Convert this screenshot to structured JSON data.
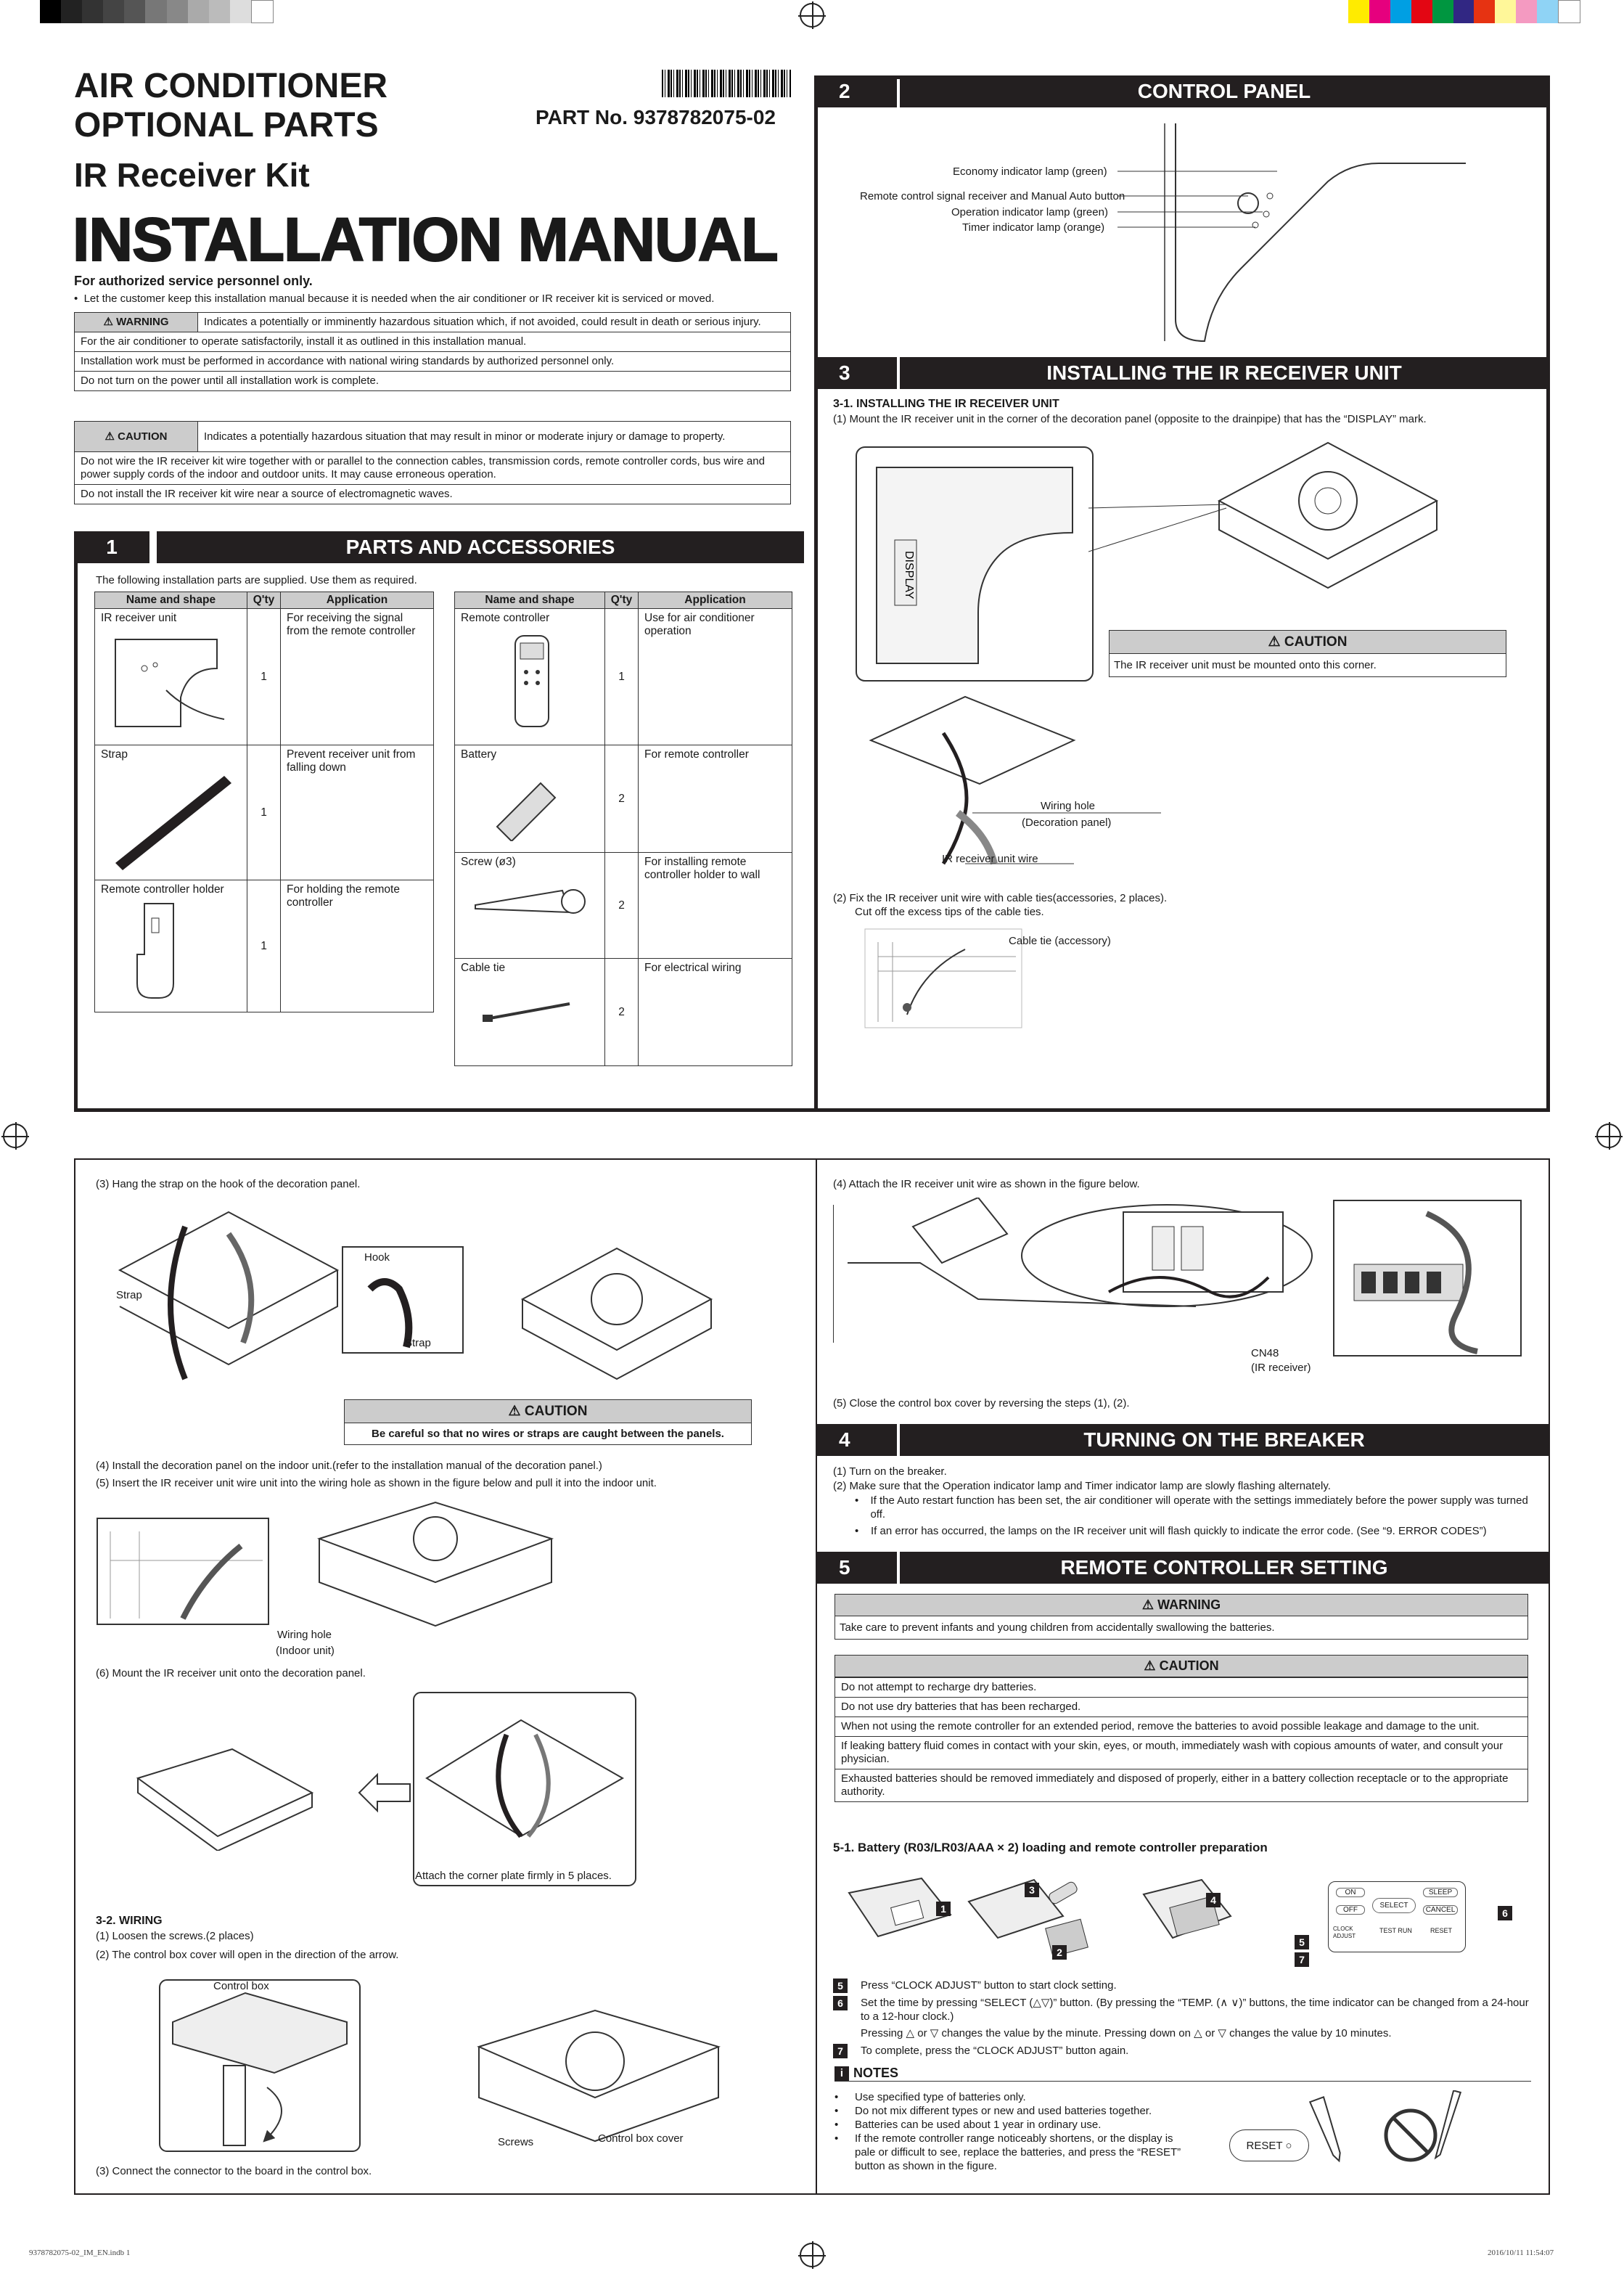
{
  "header": {
    "title_line1": "AIR CONDITIONER",
    "title_line2": "OPTIONAL PARTS",
    "subtitle": "IR Receiver Kit",
    "manual_title": "INSTALLATION MANUAL",
    "part_no": "PART No. 9378782075-02",
    "authorized": "For authorized service personnel only.",
    "keep_note": "Let the customer keep this installation manual because it is needed when the air conditioner or IR receiver kit is serviced or moved."
  },
  "warning_box": {
    "label": "WARNING",
    "desc": "Indicates a potentially or imminently hazardous situation which, if not avoided, could result in death or serious injury.",
    "rows": [
      "For the air conditioner to operate satisfactorily, install it as outlined in this installation manual.",
      "Installation work must be performed in accordance with national wiring standards by authorized personnel only.",
      "Do not turn on the power until all installation work is complete."
    ]
  },
  "caution_box": {
    "label": "CAUTION",
    "desc": "Indicates a potentially hazardous situation that may result in minor or moderate injury or damage to property.",
    "rows": [
      "Do not wire the IR receiver kit wire together with or parallel to the connection cables, transmission cords, remote controller cords, bus wire and power supply cords of the indoor and outdoor units. It may cause erroneous operation.",
      "Do not install the IR receiver kit wire near a source of electromagnetic waves."
    ]
  },
  "section1": {
    "num": "1",
    "title": "PARTS AND ACCESSORIES",
    "intro": "The following installation parts are supplied. Use them as required.",
    "col_name": "Name and shape",
    "col_qty": "Q'ty",
    "col_app": "Application",
    "left": [
      {
        "name": "IR receiver unit",
        "qty": "1",
        "app": "For receiving the signal from the remote controller"
      },
      {
        "name": "Strap",
        "qty": "1",
        "app": "Prevent receiver unit from falling down"
      },
      {
        "name": "Remote controller holder",
        "qty": "1",
        "app": "For holding the remote controller"
      }
    ],
    "right": [
      {
        "name": "Remote controller",
        "qty": "1",
        "app": "Use for air conditioner operation"
      },
      {
        "name": "Battery",
        "qty": "2",
        "app": "For remote controller"
      },
      {
        "name": "Screw (ø3)",
        "qty": "2",
        "app": "For installing remote controller holder to wall"
      },
      {
        "name": "Cable tie",
        "qty": "2",
        "app": "For electrical wiring"
      }
    ]
  },
  "section2": {
    "num": "2",
    "title": "CONTROL PANEL",
    "labels": [
      "Economy indicator lamp (green)",
      "Remote control signal receiver and Manual Auto button",
      "Operation indicator lamp (green)",
      "Timer indicator lamp (orange)"
    ]
  },
  "section3": {
    "num": "3",
    "title": "INSTALLING THE IR RECEIVER UNIT",
    "sub1": "3-1. INSTALLING THE IR RECEIVER UNIT",
    "step1": "(1)  Mount the IR receiver unit in the corner of the decoration panel (opposite to the drainpipe) that has the “DISPLAY” mark.",
    "display_mark": "DISPLAY",
    "caution_label": "CAUTION",
    "caution_text": "The IR receiver unit must be mounted onto this corner.",
    "wiring_hole": "Wiring hole",
    "decoration_panel": "(Decoration panel)",
    "ir_wire": "IR receiver unit wire",
    "step2a": "(2)  Fix the IR receiver unit wire with cable ties(accessories, 2 places).",
    "step2b": "Cut off the excess tips of the cable ties.",
    "cable_tie_acc": "Cable tie (accessory)",
    "step3": "(3)  Hang the strap on the hook of the decoration panel.",
    "hook": "Hook",
    "strap": "Strap",
    "strap2": "Strap",
    "caution2_label": "CAUTION",
    "caution2_text": "Be careful so that no wires or straps are caught between the panels.",
    "step4": "(4) Install the decoration panel on the indoor unit.(refer to the installation manual of the decoration panel.)",
    "step5": "(5)  Insert the IR receiver unit wire unit into the wiring hole as shown in the figure below and pull it into the indoor unit.",
    "wiring_hole2": "Wiring hole",
    "indoor_unit": "(Indoor unit)",
    "step6": "(6) Mount the IR receiver unit onto the decoration panel.",
    "attach_corner": "Attach the corner plate firmly in 5 places.",
    "sub2": "3-2. WIRING",
    "w1": "(1)  Loosen the screws.(2 places)",
    "w2": "(2)  The control box cover will open in the direction of the arrow.",
    "control_box": "Control box",
    "screws": "Screws",
    "control_box_cover": "Control box cover",
    "w3": "(3)  Connect the connector to the board in the control box.",
    "w4": "(4)  Attach the IR receiver unit wire as shown in the figure below.",
    "cn48": "CN48",
    "cn48b": "(IR receiver)",
    "w5": "(5)  Close the control box cover by reversing the steps (1), (2)."
  },
  "section4": {
    "num": "4",
    "title": "TURNING ON THE BREAKER",
    "s1": "(1)  Turn on the breaker.",
    "s2": "(2)  Make sure that the Operation indicator lamp and Timer indicator lamp are slowly flashing alternately.",
    "b1": "If the Auto restart function has been set, the air conditioner will operate with the settings immediately before the power supply was turned off.",
    "b2": "If an error has occurred, the lamps on the IR receiver unit will flash quickly to indicate the error code. (See “9. ERROR CODES”)"
  },
  "section5": {
    "num": "5",
    "title": "REMOTE CONTROLLER SETTING",
    "warning_label": "WARNING",
    "warning_text": "Take care to prevent infants and young children from accidentally swallowing the batteries.",
    "caution_label": "CAUTION",
    "caution_rows": [
      "Do not attempt to recharge dry batteries.",
      "Do not use dry batteries that has been recharged.",
      "When not using the remote controller for an extended period, remove the batteries to avoid possible leakage and damage to the unit.",
      "If leaking battery fluid comes in contact with your skin, eyes, or mouth, immediately wash with copious amounts of water, and consult your physician.",
      "Exhausted batteries should be removed immediately and disposed of properly, either in a battery collection receptacle or to the appropriate authority."
    ],
    "sub1": "5-1. Battery (R03/LR03/AAA × 2) loading and remote controller preparation",
    "badges": [
      "1",
      "2",
      "3",
      "4",
      "5",
      "6",
      "7"
    ],
    "rc_on": "ON",
    "rc_off": "OFF",
    "rc_select": "SELECT",
    "rc_sleep": "SLEEP",
    "rc_cancel": "CANCEL",
    "rc_clock": "CLOCK ADJUST",
    "rc_testrun": "TEST RUN",
    "rc_reset": "RESET",
    "step5": "Press “CLOCK ADJUST” button to start clock setting.",
    "step6": "Set the time by pressing “SELECT (△▽)” button. (By pressing the “TEMP. (∧ ∨)” buttons, the time indicator can be changed from a 24-hour to a 12-hour clock.)",
    "step6b": "Pressing △ or ▽ changes the value by the minute. Pressing down on △ or ▽ changes the value by 10 minutes.",
    "step7": "To complete, press the “CLOCK ADJUST” button again.",
    "notes_label": "NOTES",
    "notes": [
      "Use specified type of batteries only.",
      "Do not mix different types or new and used batteries together.",
      "Batteries can be used about 1 year in ordinary use.",
      "If the remote controller range noticeably shortens, or the display is pale or difficult to see, replace the batteries, and press the “RESET” button as shown in the figure."
    ],
    "reset_btn": "RESET ○"
  },
  "footer": {
    "left": "9378782075-02_IM_EN.indb   1",
    "right": "2016/10/11   11:54:07"
  }
}
